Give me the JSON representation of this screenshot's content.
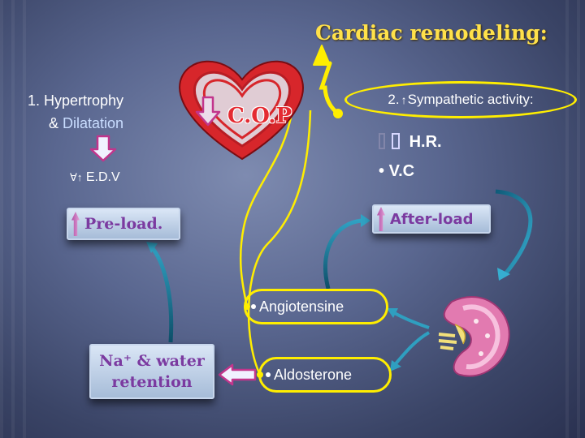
{
  "title": "Cardiac remodeling:",
  "heart_label": "C.O.P",
  "left_text": {
    "line1": "1. Hypertrophy",
    "line2_amp": "&",
    "line2_word": "Dilatation",
    "edv_symbol": "∀↑",
    "edv_label": "E.D.V"
  },
  "sympathetic": {
    "prefix": "2.",
    "arrow": "↑",
    "label": "Sympathetic activity:"
  },
  "bullets": {
    "hr": "H.R.",
    "vc_bullet": "•",
    "vc": "V.C"
  },
  "boxes": {
    "preload": "Pre-load.",
    "afterload": "After-load",
    "sodium_line1": "Na⁺ & water",
    "sodium_line2": "retention"
  },
  "hormones": {
    "angiotensine": "Angiotensine",
    "aldosterone": "Aldosterone"
  },
  "colors": {
    "title": "#ffe14a",
    "heart": "#d7262b",
    "connector": "#ffee00",
    "feedback": "#1c6b8c",
    "box_text": "#7b3aa0",
    "hollow_arrow": "#c2358c"
  },
  "icons": [
    "heart-icon",
    "down-arrow-icon",
    "up-arrow-icon",
    "left-arrow-icon",
    "kidney-icon"
  ]
}
